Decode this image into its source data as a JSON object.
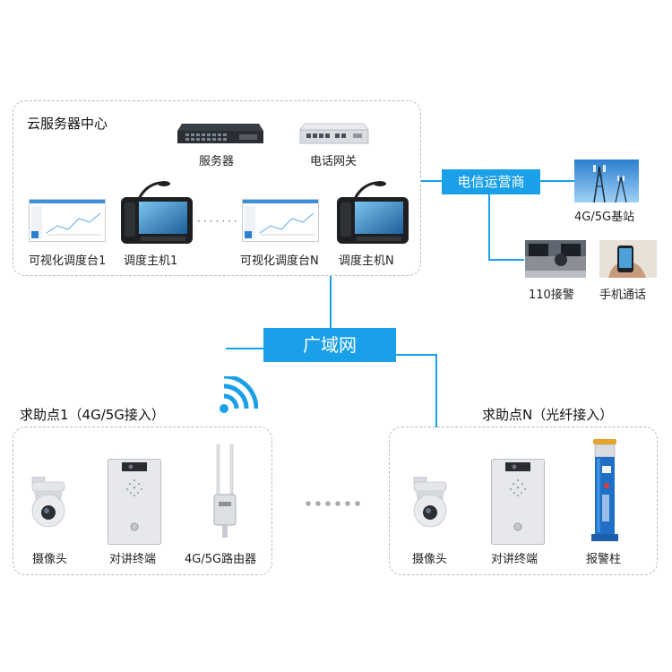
{
  "cloud_center": {
    "title": "云服务器中心",
    "server_label": "服务器",
    "gateway_label": "电话网关",
    "console1_label": "可视化调度台1",
    "host1_label": "调度主机1",
    "consoleN_label": "可视化调度台N",
    "hostN_label": "调度主机N",
    "ellipsis": "·······"
  },
  "telecom": {
    "label": "电信运营商",
    "base_station_label": "4G/5G基站",
    "police_label": "110接警",
    "phone_label": "手机通话"
  },
  "wan": {
    "label": "广域网"
  },
  "help_point_1": {
    "title": "求助点1（4G/5G接入）",
    "camera_label": "摄像头",
    "intercom_label": "对讲终端",
    "router_label": "4G/5G路由器"
  },
  "help_point_n": {
    "title": "求助点N（光纤接入）",
    "camera_label": "摄像头",
    "intercom_label": "对讲终端",
    "alarm_post_label": "报警柱"
  },
  "colors": {
    "accent": "#1aa0e8",
    "border": "#b8bcc2"
  },
  "icons": [
    "wifi-icon",
    "server-icon",
    "gateway-icon",
    "camera-icon",
    "intercom-icon",
    "router-icon",
    "alarm-post-icon",
    "base-station-icon",
    "desk-phone-icon",
    "monitor-icon"
  ]
}
